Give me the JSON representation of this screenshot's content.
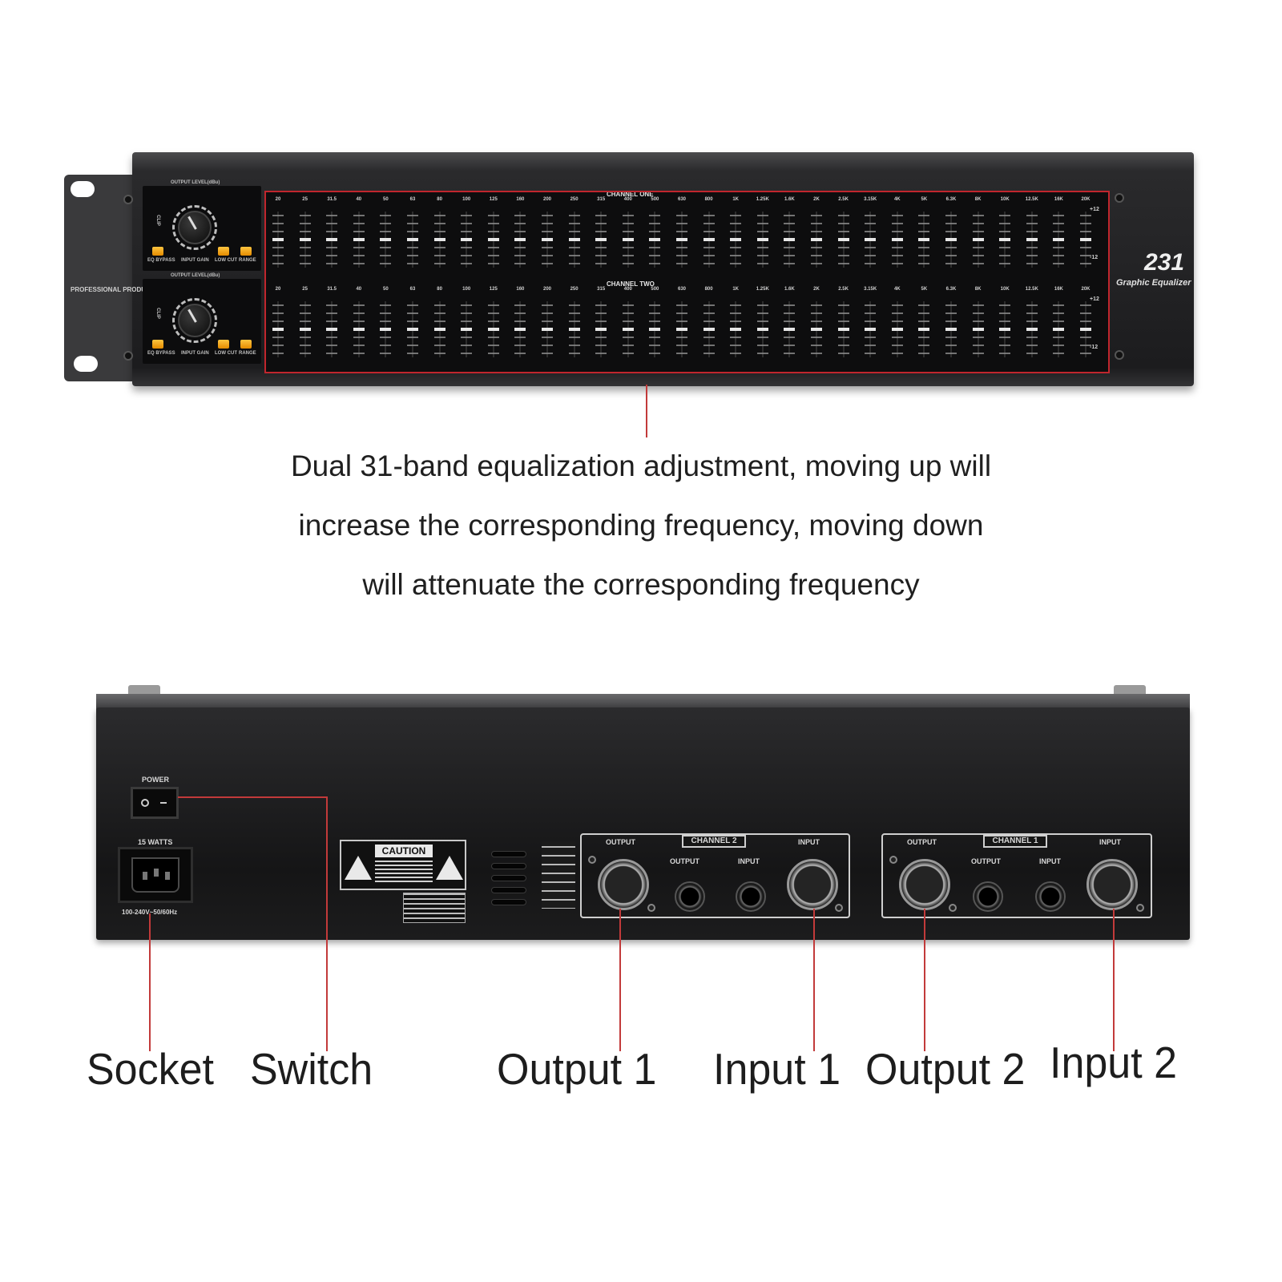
{
  "front_panel": {
    "channel_one_label": "CHANNEL ONE",
    "channel_two_label": "CHANNEL TWO",
    "model_number": "231",
    "model_name": "Graphic Equalizer",
    "brand_line": "PROFESSIONAL PRODUCTS",
    "output_level_label": "OUTPUT LEVEL(dBu)",
    "clip_label": "CLIP",
    "input_gain_label": "INPUT GAIN",
    "eq_bypass_label": "EQ BYPASS",
    "low_cut_label": "LOW CUT",
    "range_label": "RANGE",
    "scale_top": "+12",
    "scale_bottom": "-12",
    "frequencies": [
      "20",
      "25",
      "31.5",
      "40",
      "50",
      "63",
      "80",
      "100",
      "125",
      "160",
      "200",
      "250",
      "315",
      "400",
      "500",
      "630",
      "800",
      "1K",
      "1.25K",
      "1.6K",
      "2K",
      "2.5K",
      "3.15K",
      "4K",
      "5K",
      "6.3K",
      "8K",
      "10K",
      "12.5K",
      "16K",
      "20K"
    ]
  },
  "caption": {
    "line1": "Dual 31-band equalization adjustment, moving up will",
    "line2": "increase the corresponding frequency, moving down",
    "line3": "will attenuate the corresponding frequency"
  },
  "rear_panel": {
    "power_label": "POWER",
    "watts_label": "15 WATTS",
    "voltage_label": "100-240V~50/60Hz",
    "caution_label": "CAUTION",
    "channel2_label": "CHANNEL 2",
    "channel1_label": "CHANNEL 1",
    "output_label": "OUTPUT",
    "input_label": "INPUT"
  },
  "callouts": {
    "socket": "Socket",
    "switch": "Switch",
    "output1": "Output 1",
    "input1": "Input 1",
    "output2": "Output 2",
    "input2": "Input 2"
  },
  "colors": {
    "callout_red": "#c23a3a",
    "amber_button": "#f5a623"
  }
}
